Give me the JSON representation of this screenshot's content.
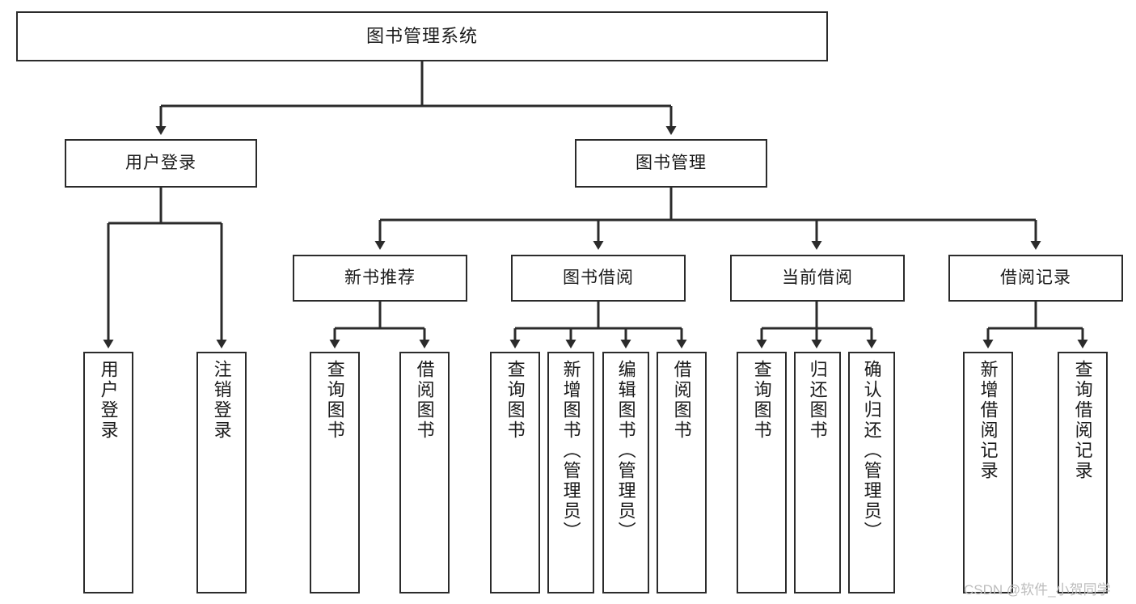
{
  "diagram": {
    "title": "图书管理系统",
    "type": "tree",
    "watermark": "CSDN @软件_小贺同学",
    "colors": {
      "box_border": "#2b2b2b",
      "box_fill": "#ffffff",
      "connector": "#2b2b2b",
      "text": "#1a1a1a",
      "watermark": "#bdbdbd",
      "background": "#ffffff"
    },
    "levels": {
      "root": {
        "label": "图书管理系统"
      },
      "level1": [
        {
          "id": "user-login",
          "label": "用户登录"
        },
        {
          "id": "book-manage",
          "label": "图书管理"
        }
      ],
      "level2": [
        {
          "id": "new-book-rec",
          "label": "新书推荐",
          "parent": "book-manage"
        },
        {
          "id": "book-borrow",
          "label": "图书借阅",
          "parent": "book-manage"
        },
        {
          "id": "current-borrow",
          "label": "当前借阅",
          "parent": "book-manage"
        },
        {
          "id": "borrow-record",
          "label": "借阅记录",
          "parent": "book-manage"
        }
      ],
      "leaves": [
        {
          "id": "leaf-user-login",
          "label": "用户登录",
          "parent": "user-login"
        },
        {
          "id": "leaf-user-logout",
          "label": "注销登录",
          "parent": "user-login"
        },
        {
          "id": "leaf-query-book-1",
          "label": "查询图书",
          "parent": "new-book-rec"
        },
        {
          "id": "leaf-borrow-book-1",
          "label": "借阅图书",
          "parent": "new-book-rec"
        },
        {
          "id": "leaf-query-book-2",
          "label": "查询图书",
          "parent": "book-borrow"
        },
        {
          "id": "leaf-add-book",
          "label": "新增图书（管理员）",
          "parent": "book-borrow"
        },
        {
          "id": "leaf-edit-book",
          "label": "编辑图书（管理员）",
          "parent": "book-borrow"
        },
        {
          "id": "leaf-borrow-book-2",
          "label": "借阅图书",
          "parent": "book-borrow"
        },
        {
          "id": "leaf-query-book-3",
          "label": "查询图书",
          "parent": "current-borrow"
        },
        {
          "id": "leaf-return-book",
          "label": "归还图书",
          "parent": "current-borrow"
        },
        {
          "id": "leaf-confirm-return",
          "label": "确认归还（管理员）",
          "parent": "current-borrow"
        },
        {
          "id": "leaf-add-record",
          "label": "新增借阅记录",
          "parent": "borrow-record"
        },
        {
          "id": "leaf-query-record",
          "label": "查询借阅记录",
          "parent": "borrow-record"
        }
      ]
    }
  }
}
